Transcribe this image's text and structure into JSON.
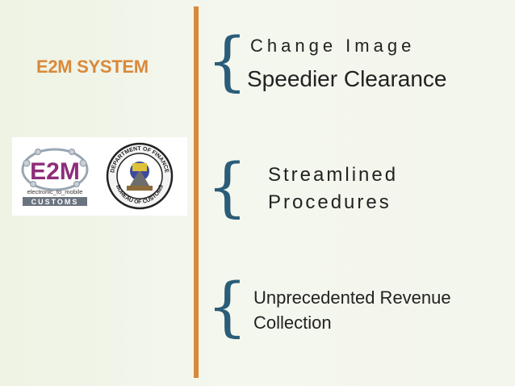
{
  "sidebar": {
    "title": "E2M SYSTEM",
    "logo": {
      "e2m_text": "E2M",
      "caption": "electronic_to_mobile",
      "banner": "CUSTOMS"
    },
    "seal": {
      "top_text": "DEPARTMENT OF FINANCE",
      "bottom_text": "BUREAU OF CUSTOMS"
    }
  },
  "items": [
    {
      "line1": "Change Image",
      "line2": "Speedier Clearance"
    },
    {
      "line1": "Streamlined",
      "line2": "Procedures"
    },
    {
      "line1": "Unprecedented Revenue",
      "line2": "Collection"
    }
  ],
  "colors": {
    "accent_orange": "#d9893a",
    "brace_blue": "#2a5d78",
    "background": "#f1f5ea"
  }
}
